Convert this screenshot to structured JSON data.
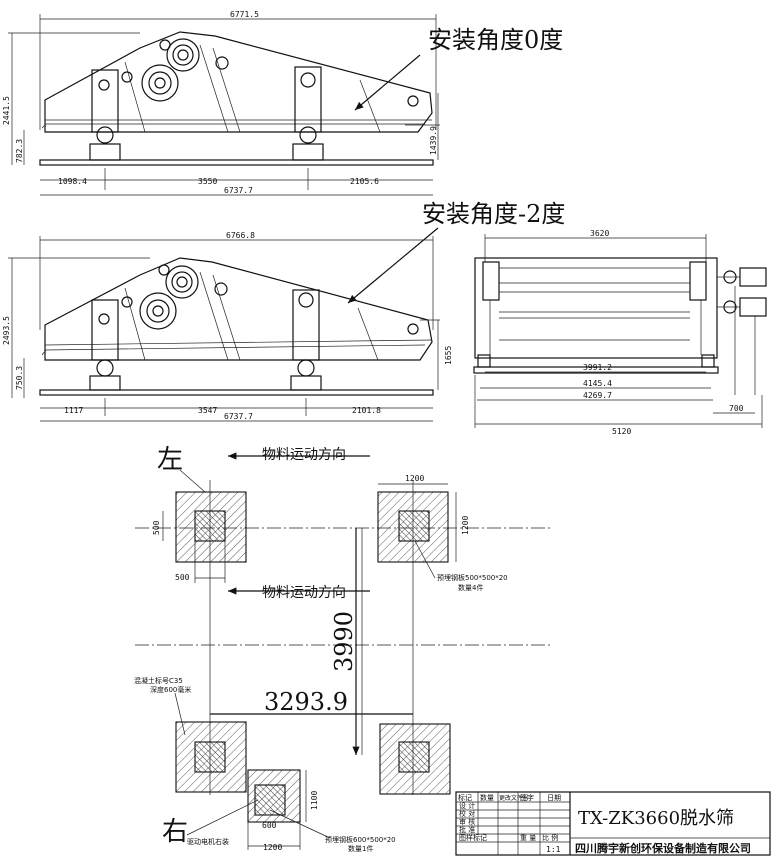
{
  "view1": {
    "title": "安装角度0度",
    "overall_length": "6771.5",
    "height": "2441.5",
    "outlet_height": "1439.9",
    "base_height": "782.3",
    "seg_left": "1098.4",
    "seg_mid": "3550",
    "seg_right": "2105.6",
    "base_length": "6737.7"
  },
  "view2": {
    "title": "安装角度-2度",
    "overall_length": "6766.8",
    "height": "2493.5",
    "outlet_height": "1655",
    "base_height": "750.3",
    "seg_left": "1117",
    "seg_mid": "3547",
    "seg_right": "2101.8",
    "base_length": "6737.7"
  },
  "end_view": {
    "top_width": "3620",
    "w1": "3991.2",
    "w2": "4145.4",
    "w3": "4269.7",
    "w4": "5120",
    "side": "700"
  },
  "plan": {
    "label_left": "左",
    "label_right": "右",
    "flow_label_1": "物料运动方向",
    "flow_label_2": "物料运动方向",
    "pad_size_top": "1200",
    "pad_size_side": "1200",
    "plate_w": "500",
    "plate_h": "500",
    "longitudinal": "3990",
    "transverse": "3293.9",
    "embed_plate_note": "预埋钢板500*500*20",
    "embed_plate_qty": "数量4件",
    "concrete_note": "混凝土标号C35",
    "concrete_depth": "深度600毫米",
    "motor_pad_w": "1200",
    "motor_pad_h": "1100",
    "motor_plate_size": "600",
    "motor_label": "驱动电机右装",
    "motor_plate_note": "预埋钢板600*500*20",
    "motor_plate_qty": "数量1件"
  },
  "titleblock": {
    "row1": "标记",
    "row1b": "数量",
    "row1c": "更改文件号",
    "row1d": "签字",
    "row1e": "日期",
    "design": "设 计",
    "check": "校 对",
    "review": "审 核",
    "approve": "批 准",
    "stage": "图样标记",
    "weight": "重 量",
    "scale": "比 例",
    "scale_value": "1:1",
    "product": "TX-ZK3660脱水筛",
    "company": "四川腾宇新创环保设备制造有限公司"
  }
}
